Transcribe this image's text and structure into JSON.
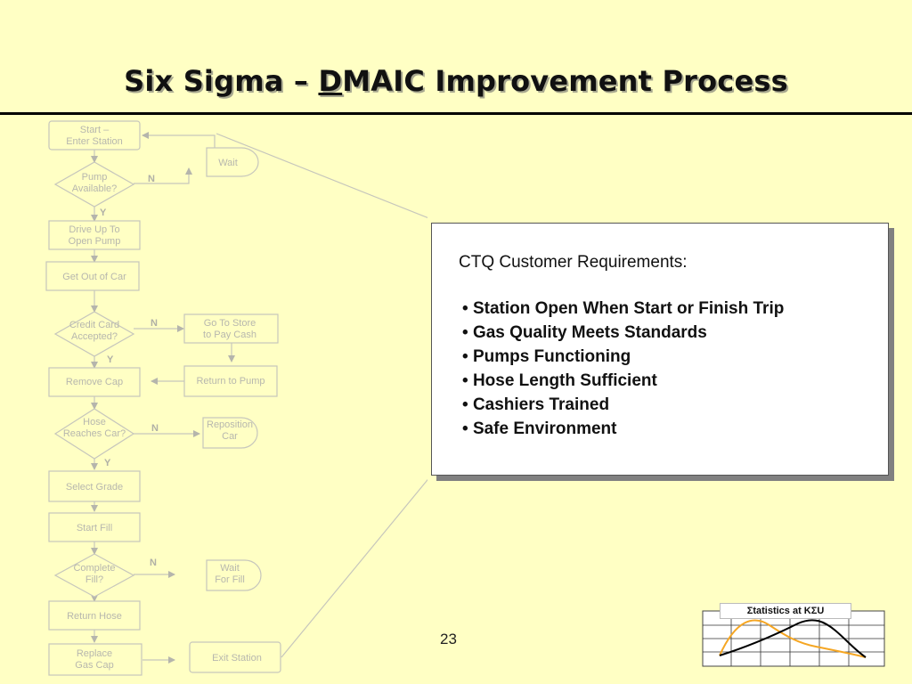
{
  "slide": {
    "title_prefix": "Six Sigma – ",
    "title_underlined": "D",
    "title_suffix": "MAIC Improvement Process",
    "page_number": "23"
  },
  "flowchart": {
    "nodes": {
      "start": {
        "line1": "Start –",
        "line2": "Enter Station"
      },
      "pump_available": {
        "line1": "Pump",
        "line2": "Available?"
      },
      "wait": {
        "line1": "Wait"
      },
      "drive_up": {
        "line1": "Drive Up To",
        "line2": "Open Pump"
      },
      "get_out": {
        "line1": "Get Out of Car"
      },
      "credit_card": {
        "line1": "Credit Card",
        "line2": "Accepted?"
      },
      "go_to_store": {
        "line1": "Go To Store",
        "line2": "to Pay Cash"
      },
      "return_to_pump": {
        "line1": "Return to Pump"
      },
      "remove_cap": {
        "line1": "Remove Cap"
      },
      "hose_reaches": {
        "line1": "Hose",
        "line2": "Reaches Car?"
      },
      "reposition": {
        "line1": "Reposition",
        "line2": "Car"
      },
      "select_grade": {
        "line1": "Select Grade"
      },
      "start_fill": {
        "line1": "Start Fill"
      },
      "complete_fill": {
        "line1": "Complete",
        "line2": "Fill?"
      },
      "wait_fill": {
        "line1": "Wait",
        "line2": "For Fill"
      },
      "return_hose": {
        "line1": "Return Hose"
      },
      "replace_cap": {
        "line1": "Replace",
        "line2": "Gas Cap"
      },
      "exit_station": {
        "line1": "Exit Station"
      }
    },
    "labels": {
      "no": "N",
      "yes": "Y"
    }
  },
  "ctq": {
    "heading": "CTQ Customer Requirements:",
    "items": [
      "Station Open When Start or Finish Trip",
      "Gas Quality Meets Standards",
      "Pumps Functioning",
      "Hose Length Sufficient",
      "Cashiers Trained",
      "Safe Environment"
    ]
  },
  "logo": {
    "text": "Σtatistics at KΣU",
    "colors": {
      "curve_a": "#f5a623",
      "curve_b": "#000000"
    }
  }
}
